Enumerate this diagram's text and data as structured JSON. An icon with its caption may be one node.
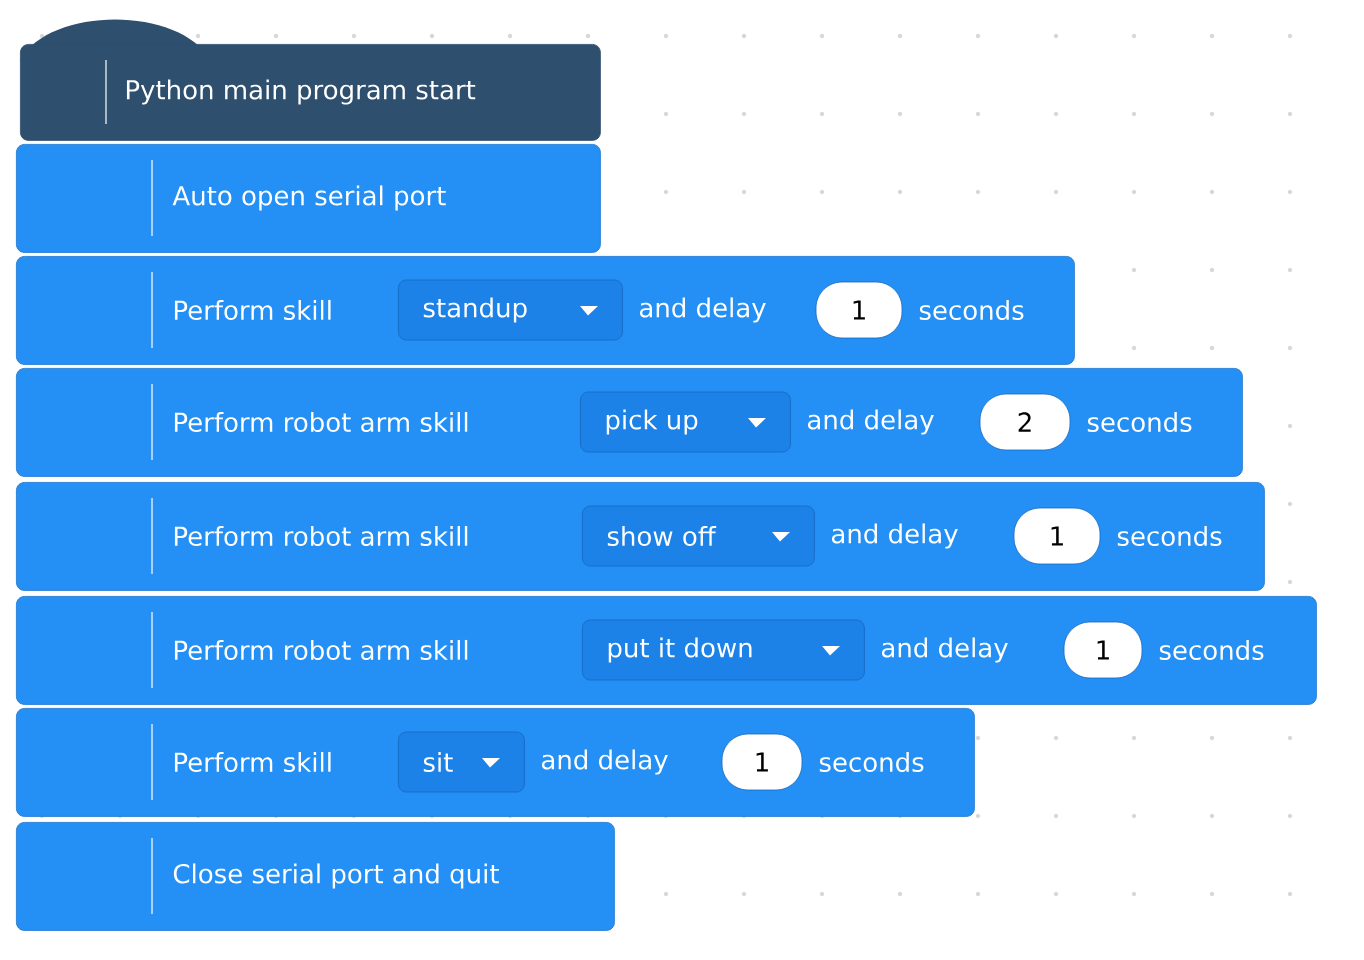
{
  "diagram": {
    "nodes": [
      {
        "text": [
          "Python main program start"
        ]
      },
      {
        "text": [
          "Auto open serial port"
        ]
      },
      {
        "text": [
          "Perform skill",
          "and delay",
          "seconds"
        ]
      },
      {
        "text": [
          "standup"
        ],
        "in": 2
      },
      {
        "text": [
          "1"
        ],
        "in": 2
      },
      {
        "text": [
          "Perform robot arm skill",
          "and delay",
          "seconds"
        ]
      },
      {
        "text": [
          "pick up"
        ],
        "in": 5
      },
      {
        "text": [
          "2"
        ],
        "in": 5
      },
      {
        "text": [
          "Perform robot arm skill",
          "and delay",
          "seconds"
        ]
      },
      {
        "text": [
          "show off"
        ],
        "in": 8
      },
      {
        "text": [
          "1"
        ],
        "in": 8
      },
      {
        "text": [
          "Perform robot arm skill",
          "and delay",
          "seconds"
        ]
      },
      {
        "text": [
          "put it down"
        ],
        "in": 11
      },
      {
        "text": [
          "1"
        ],
        "in": 11
      },
      {
        "text": [
          "Perform skill",
          "and delay",
          "seconds"
        ]
      },
      {
        "text": [
          "sit"
        ],
        "in": 14
      },
      {
        "text": [
          "1"
        ],
        "in": 14
      },
      {
        "text": [
          "Close serial port and quit"
        ]
      }
    ]
  }
}
